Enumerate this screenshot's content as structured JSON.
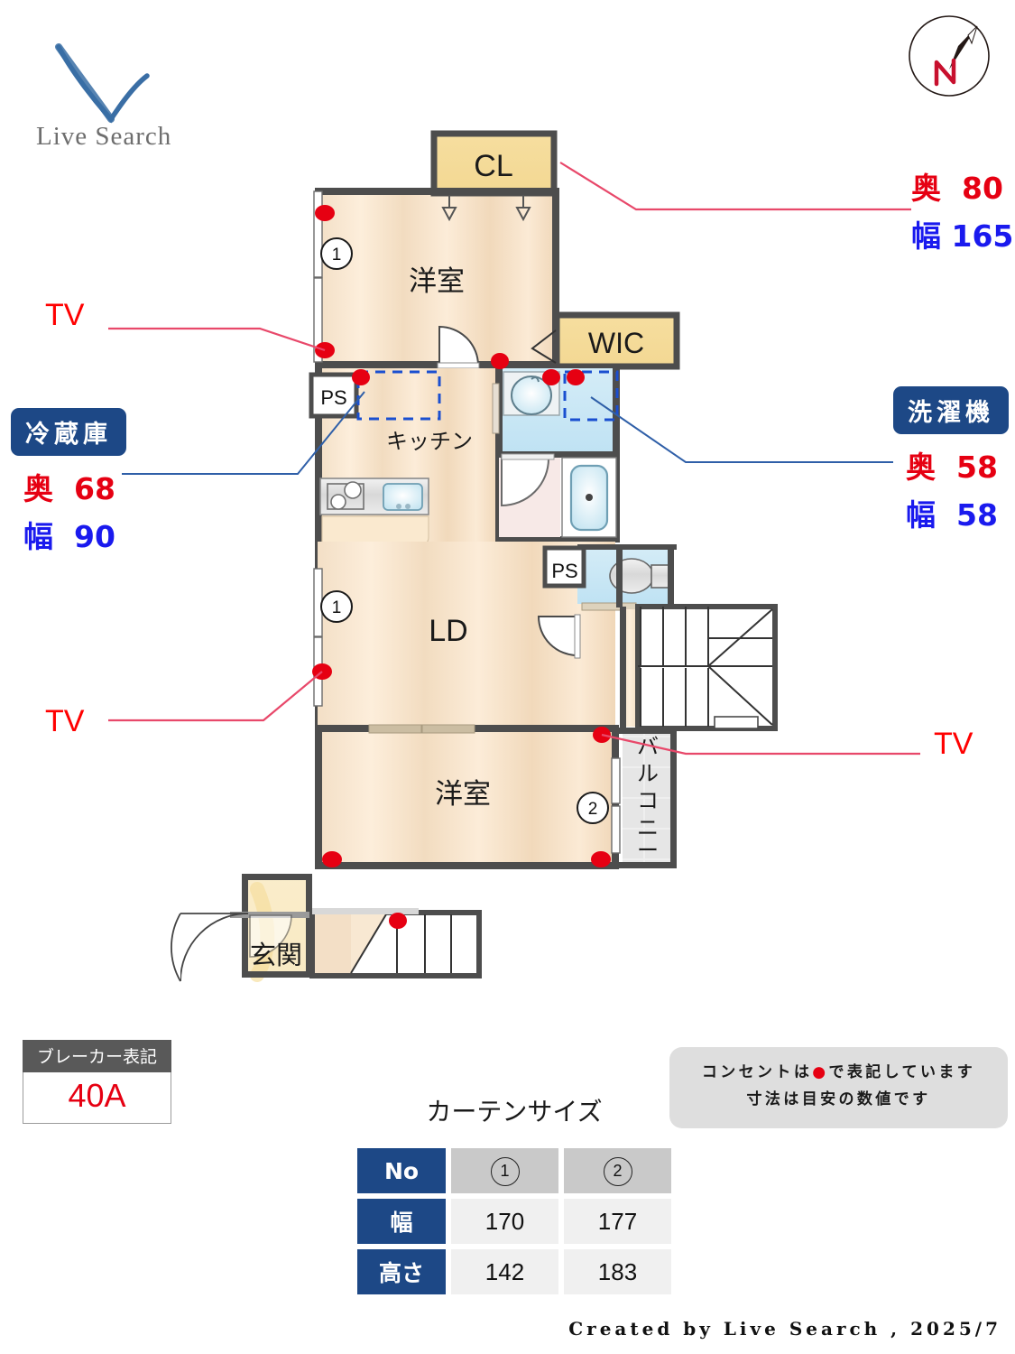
{
  "brand": {
    "logo_text": "Live Search",
    "logo_icon": "checkmark-v-icon",
    "accent_blue": "#3a6ea5",
    "text_gray": "#6e6e6e"
  },
  "compass": {
    "icon": "compass-north-icon",
    "north_label": "N",
    "needle_color": "#231815",
    "label_color": "#c8102e"
  },
  "floorplan": {
    "rooms": [
      {
        "key": "closet_top",
        "label": "CL"
      },
      {
        "key": "bedroom_top",
        "label": "洋室"
      },
      {
        "key": "wic",
        "label": "WIC"
      },
      {
        "key": "ps_kitchen",
        "label": "PS"
      },
      {
        "key": "kitchen",
        "label": "キッチン"
      },
      {
        "key": "living_dining",
        "label": "LD"
      },
      {
        "key": "ps_toilet",
        "label": "PS"
      },
      {
        "key": "bedroom_bottom",
        "label": "洋室"
      },
      {
        "key": "balcony",
        "label": "バルコニー"
      },
      {
        "key": "entrance",
        "label": "玄関"
      }
    ],
    "window_markers": [
      "1",
      "1",
      "2"
    ],
    "outlet_symbol": "●",
    "outlet_color": "#e60012"
  },
  "annotations": {
    "tv_label": "TV",
    "tv_count": 3,
    "closet": {
      "depth_label": "奥",
      "depth_value": "80",
      "width_label": "幅",
      "width_value": "165"
    },
    "refrigerator": {
      "badge": "冷蔵庫",
      "depth_label": "奥",
      "depth_value": "68",
      "width_label": "幅",
      "width_value": "90"
    },
    "washer": {
      "badge": "洗濯機",
      "depth_label": "奥",
      "depth_value": "58",
      "width_label": "幅",
      "width_value": "58"
    }
  },
  "breaker": {
    "title": "ブレーカー表記",
    "value": "40A"
  },
  "note": {
    "line1_pre": "コンセントは",
    "line1_symbol": "●",
    "line1_post": "で表記しています",
    "line2": "寸法は目安の数値です"
  },
  "curtain": {
    "title": "カーテンサイズ",
    "row_headers": [
      "No",
      "幅",
      "高さ"
    ],
    "columns": [
      "1",
      "2"
    ],
    "width_values": [
      "170",
      "177"
    ],
    "height_values": [
      "142",
      "183"
    ]
  },
  "footer": {
    "credit": "Created by Live Search , 2025/7"
  }
}
